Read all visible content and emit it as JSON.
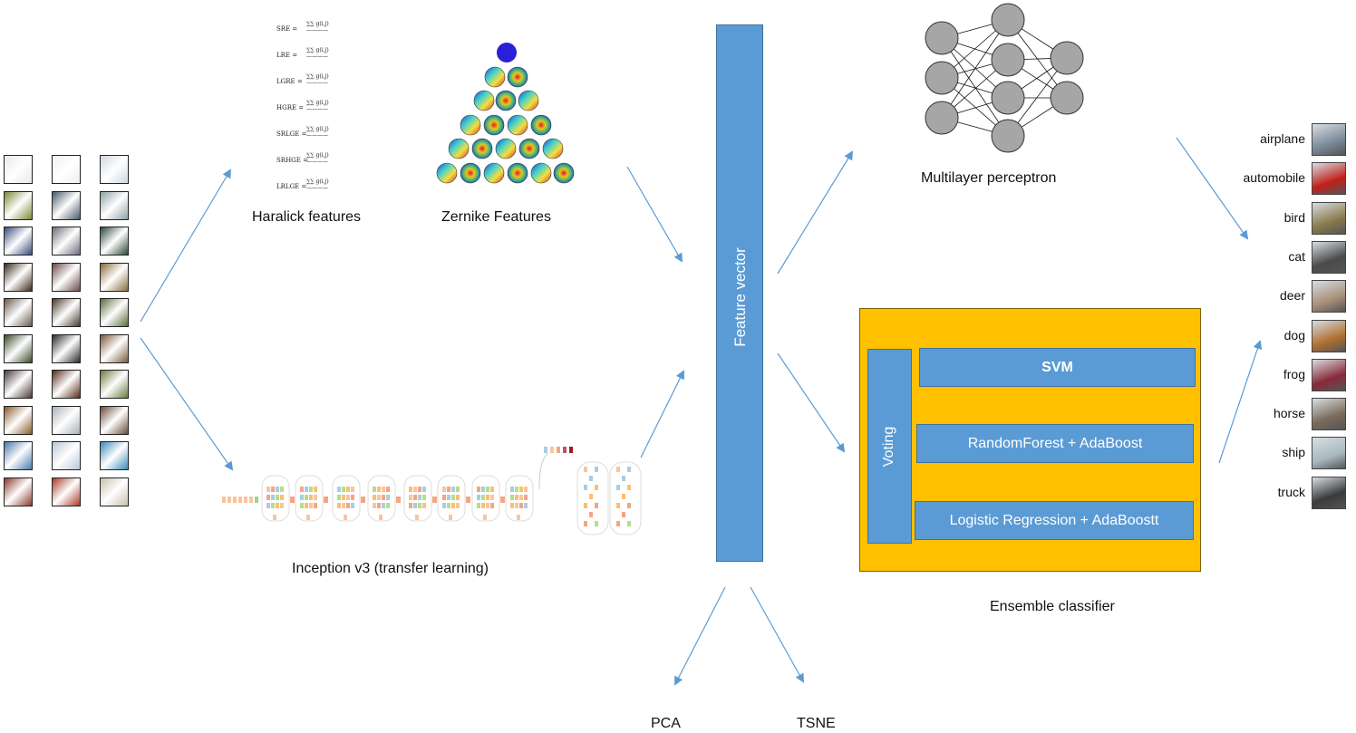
{
  "labels": {
    "haralick": "Haralick features",
    "zernike": "Zernike  Features",
    "inception": "Inception v3 (transfer learning)",
    "feature_vector": "Feature vector",
    "mlp": "Multilayer perceptron",
    "ensemble": "Ensemble classifier",
    "pca": "PCA",
    "tsne": "TSNE"
  },
  "ensemble": {
    "voting": "Voting",
    "svm": "SVM",
    "rf": "RandomForest + AdaBoost",
    "lr": "Logistic Regression + AdaBoostt"
  },
  "haralick_formulas": [
    "SRE =",
    "LRE =",
    "LGRE =",
    "HGRE =",
    "SRLGE =",
    "SRHGE =",
    "LRLGE ="
  ],
  "classes": [
    "airplane",
    "automobile",
    "bird",
    "cat",
    "deer",
    "dog",
    "frog",
    "horse",
    "ship",
    "truck"
  ],
  "colors": {
    "feature_vector": "#5b9bd5",
    "ensemble_bg": "#ffc000",
    "arrow": "#5b9bd5",
    "neuron": "#a6a6a6"
  }
}
